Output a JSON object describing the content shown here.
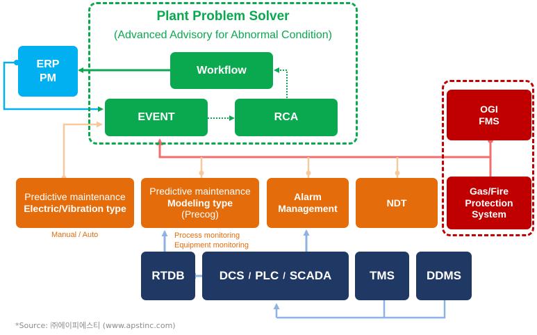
{
  "diagram": {
    "title": "Plant Problem Solver",
    "subtitle": "(Advanced Advisory for Abnormal Condition)",
    "nodes": {
      "erp": {
        "line1": "ERP",
        "line2": "PM"
      },
      "workflow": {
        "label": "Workflow"
      },
      "event": {
        "label": "EVENT"
      },
      "rca": {
        "label": "RCA"
      },
      "ogi": {
        "line1": "OGI",
        "line2": "FMS"
      },
      "gasfire": {
        "line1": "Gas/Fire",
        "line2": "Protection",
        "line3": "System"
      },
      "pm_electric": {
        "line1": "Predictive maintenance",
        "line2": "Electric/Vibration type"
      },
      "pm_model": {
        "line1": "Predictive maintenance",
        "line2": "Modeling type",
        "line3": "(Precog)"
      },
      "alarm": {
        "line1": "Alarm",
        "line2": "Management"
      },
      "ndt": {
        "label": "NDT"
      },
      "rtdb": {
        "label": "RTDB"
      },
      "dcs": {
        "part1": "DCS",
        "sep1": "/",
        "part2": "PLC",
        "sep2": "/",
        "part3": "SCADA"
      },
      "tms": {
        "label": "TMS"
      },
      "ddms": {
        "label": "DDMS"
      }
    },
    "captions": {
      "manual_auto": "Manual / Auto",
      "process_monitoring": "Process monitoring",
      "equipment_monitoring": "Equipment monitoring"
    },
    "source": "*Source: ㈜에이피에스티 (www.apstinc.com)"
  },
  "colors": {
    "green": "#0aa84f",
    "orange": "#e46c0a",
    "red": "#c00000",
    "navy": "#1f3864",
    "sky": "#00b0f0",
    "connector_blue": "#8db3e2",
    "connector_peach": "#f8c99c",
    "connector_red": "#f26d6d"
  }
}
